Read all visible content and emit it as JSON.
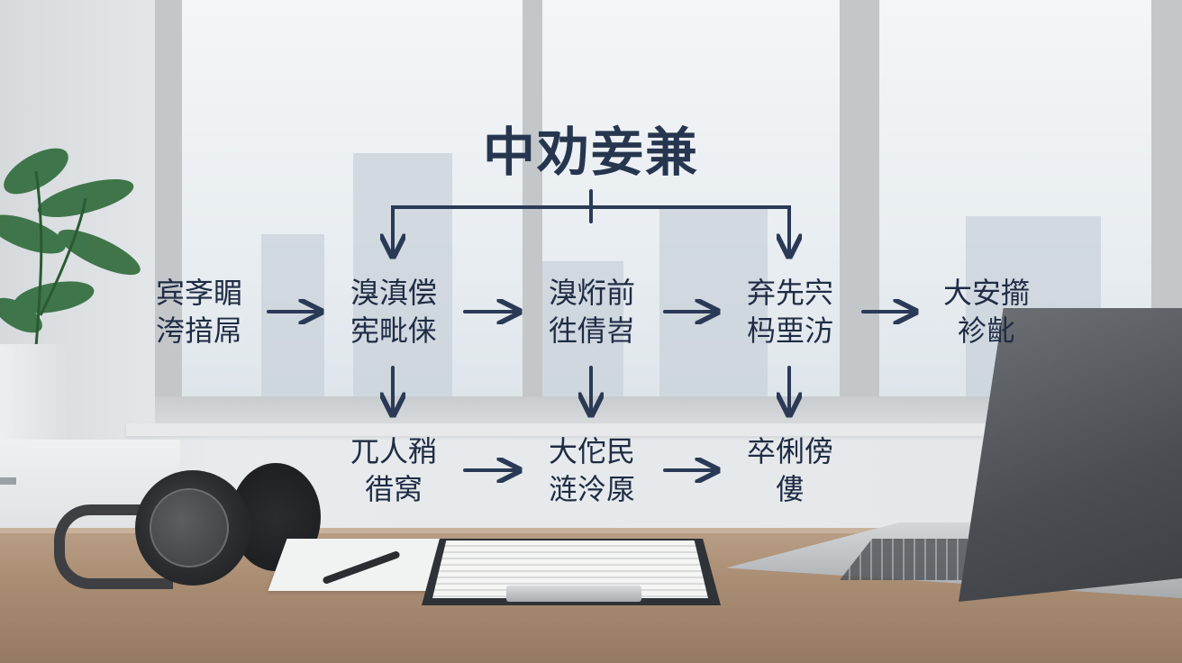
{
  "title": "中劝妾兼",
  "nodes": {
    "n1": [
      "宾斈睸",
      "洿揞屌"
    ],
    "n2": [
      "溴滇偿",
      "宪毗俫"
    ],
    "n3": [
      "溴烆前",
      "徃倩岧"
    ],
    "n4": [
      "弃先宍",
      "杩垔汸"
    ],
    "n5": [
      "大安擶",
      "袗齔"
    ],
    "n6": [
      "兀人矟",
      "徣窝"
    ],
    "n7": [
      "大佗民",
      "涟泠厡"
    ],
    "n8": [
      "卒俐傍",
      "僂"
    ]
  },
  "colors": {
    "diagram_text": "#1f2c44",
    "arrow": "#2a3a56",
    "title": "#27364f"
  },
  "icons": [
    "arrow-right-icon",
    "arrow-down-icon"
  ]
}
